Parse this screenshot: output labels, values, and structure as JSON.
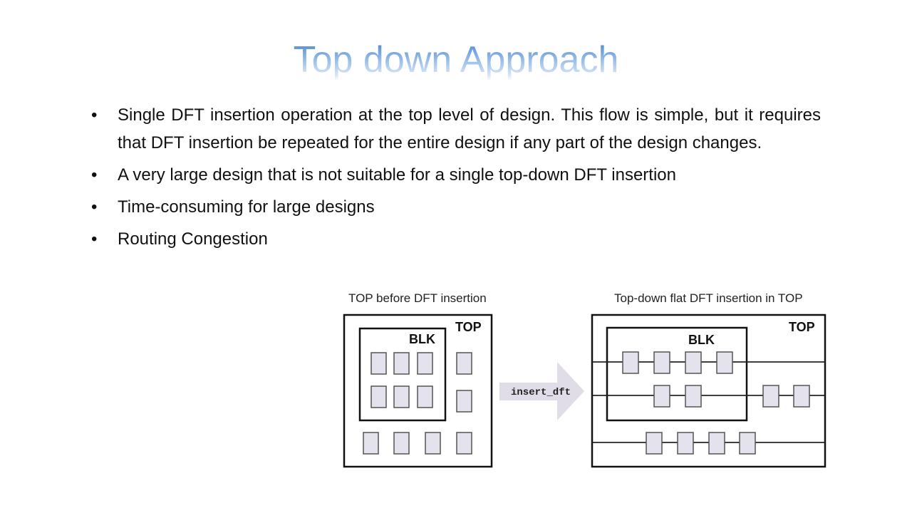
{
  "title": "Top down Approach",
  "bullets": [
    "Single DFT insertion operation at the top level of design. This flow is simple, but it requires that DFT insertion be repeated for the entire design if any part of the design changes.",
    "A very large design that is not suitable for a single top-down DFT insertion",
    "Time-consuming for large designs",
    "Routing Congestion"
  ],
  "bullet_symbol": "•",
  "diagram": {
    "left_caption": "TOP before DFT insertion",
    "right_caption": "Top-down flat DFT insertion in TOP",
    "top_label": "TOP",
    "blk_label": "BLK",
    "arrow_label": "insert_dft",
    "arrow_color": "#e0dde9"
  }
}
